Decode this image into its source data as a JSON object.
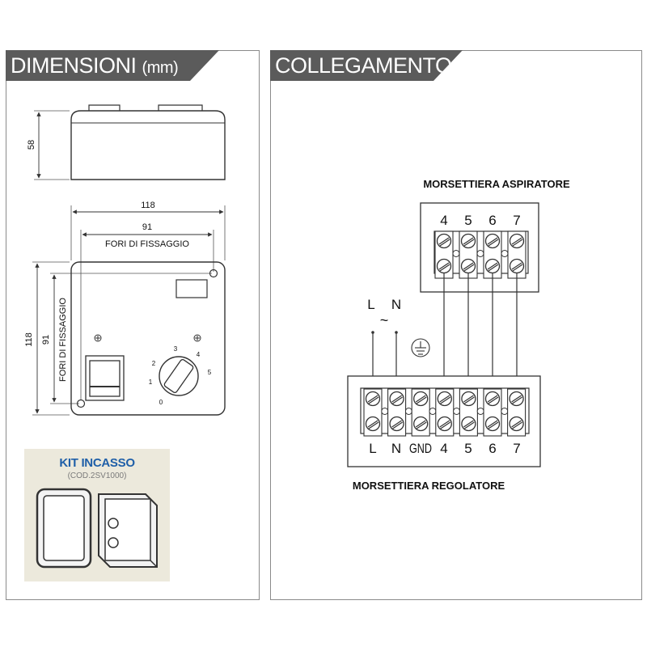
{
  "left_panel": {
    "title": "DIMENSIONI",
    "unit": "(mm)",
    "side_view": {
      "height": "58"
    },
    "front_view": {
      "width_total": "118",
      "width_holes": "91",
      "holes_label_top": "FORI DI FISSAGGIO",
      "height_total": "118",
      "height_holes": "91",
      "holes_label_side": "FORI DI FISSAGGIO",
      "knob_scale": [
        "0",
        "1",
        "2",
        "3",
        "4",
        "5"
      ]
    },
    "kit": {
      "title": "KIT INCASSO",
      "code": "(COD.2SV1000)"
    }
  },
  "right_panel": {
    "title": "COLLEGAMENTO",
    "aspiratore": {
      "label": "MORSETTIERA ASPIRATORE",
      "terminals": [
        "4",
        "5",
        "6",
        "7"
      ]
    },
    "supply": {
      "line": "L",
      "neutral": "N",
      "ac_symbol": "~"
    },
    "regolatore": {
      "label": "MORSETTIERA REGOLATORE",
      "terminals": [
        "L",
        "N",
        "GND",
        "4",
        "5",
        "6",
        "7"
      ]
    }
  }
}
